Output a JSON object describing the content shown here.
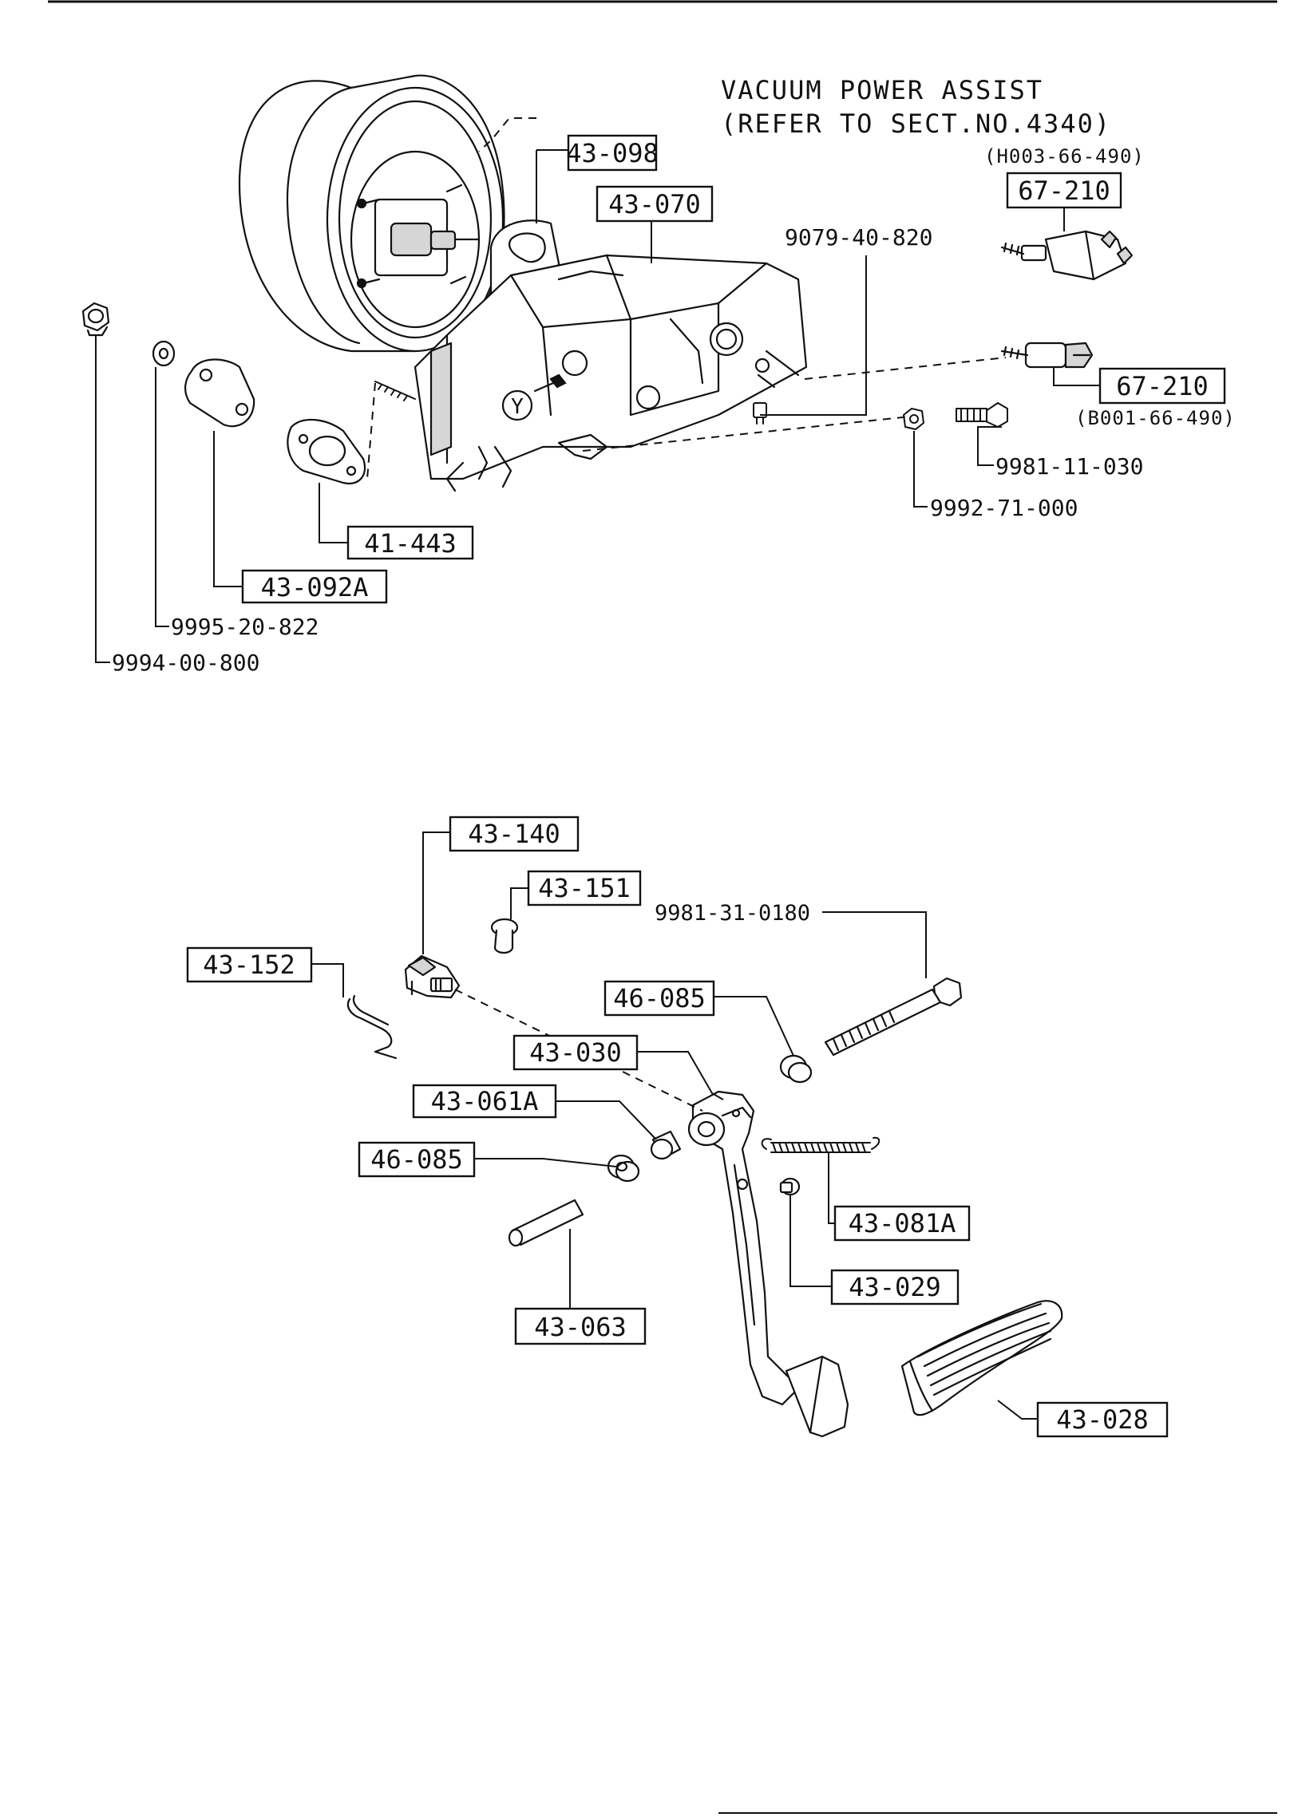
{
  "title": "",
  "vacuum_note": {
    "line1": "VACUUM POWER ASSIST",
    "line2": "(REFER TO SECT.NO.4340)"
  },
  "top_assembly": {
    "boxed": {
      "bracket_plate": "43-098",
      "pedal_bracket": "43-070",
      "switch_upper": "67-210",
      "switch_lower": "67-210",
      "gasket": "41-443",
      "spacer_plate": "43-092A"
    },
    "plain": {
      "switch_bolt": "9079-40-820",
      "switch_upper_note": "(H003-66-490)",
      "switch_lower_note": "(B001-66-490)",
      "bolt": "9981-11-030",
      "nut": "9992-71-000",
      "washer": "9995-20-822",
      "nut_left": "9994-00-800"
    },
    "marker_y": "Y"
  },
  "pedal_assembly": {
    "boxed": {
      "clevis": "43-140",
      "clevis_pin": "43-151",
      "clip": "43-152",
      "bushing_upper": "46-085",
      "pedal_arm": "43-030",
      "sleeve": "43-061A",
      "bushing_lower": "46-085",
      "return_spring": "43-081A",
      "stopper": "43-029",
      "pivot_shaft": "43-063",
      "pedal_pad": "43-028"
    },
    "plain": {
      "pivot_bolt": "9981-31-0180"
    }
  }
}
